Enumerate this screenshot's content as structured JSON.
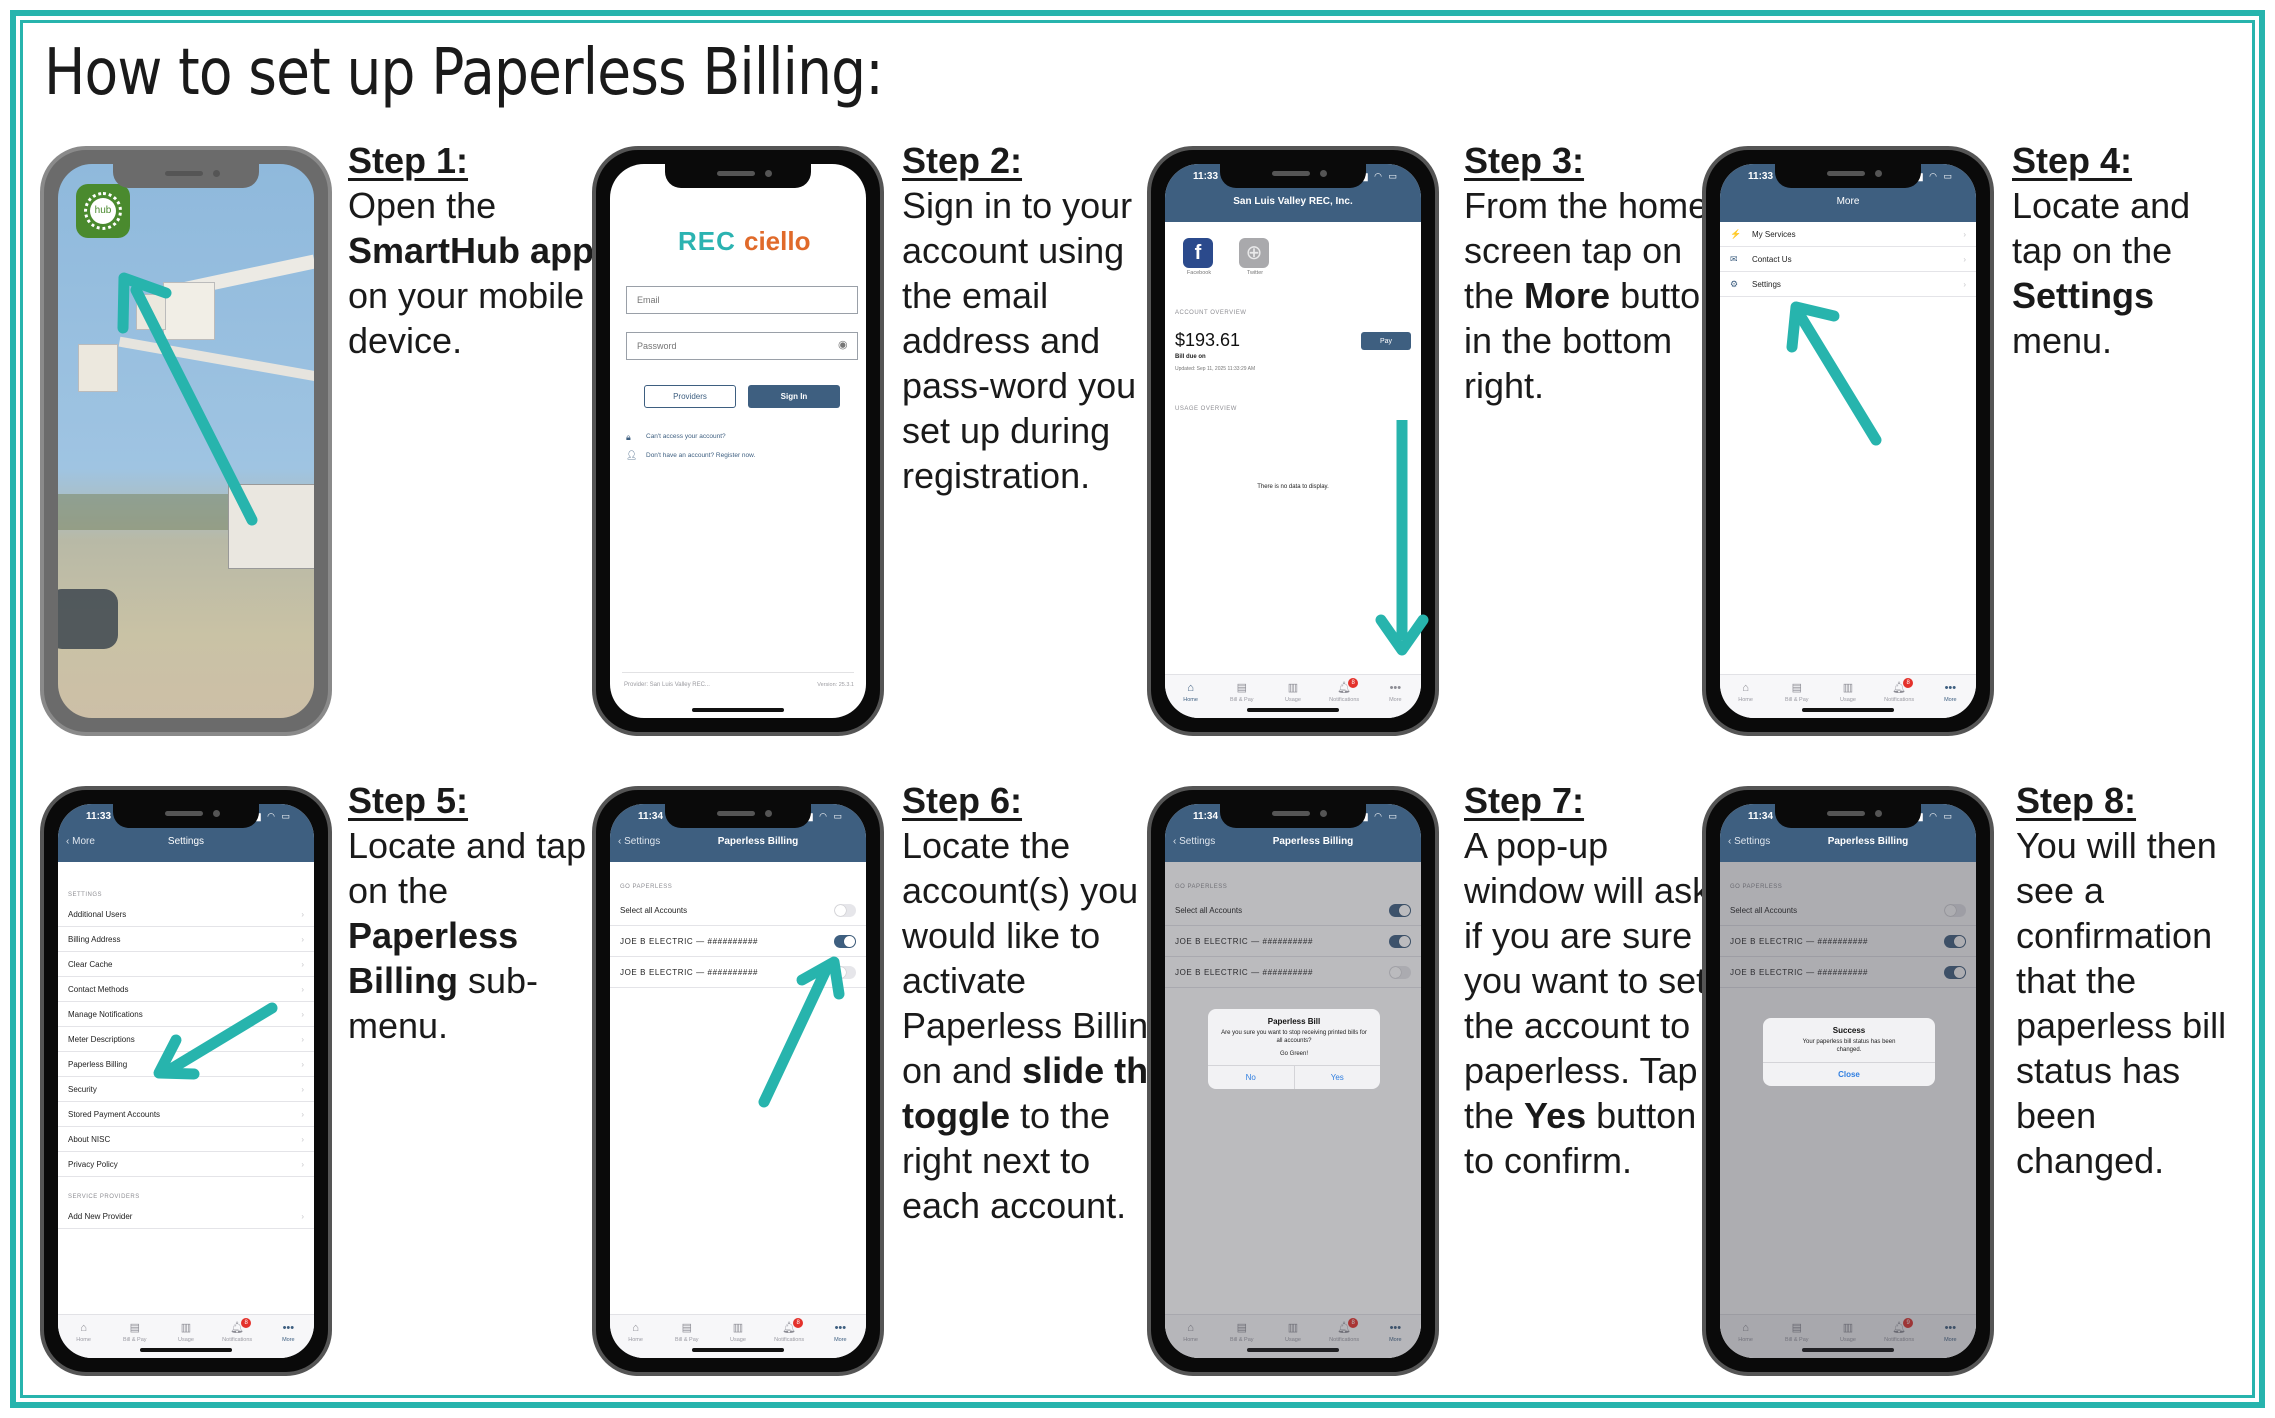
{
  "title": "How to set up Paperless Billing:",
  "colors": {
    "accent": "#27b4ad",
    "app_header": "#3e5f80",
    "badge": "#e4312b",
    "alert_link": "#2f7ee0",
    "smarthub_green": "#4a8a2e"
  },
  "steps": [
    {
      "label": "Step 1:",
      "parts": [
        {
          "t": "Open the "
        },
        {
          "t": "SmartHub",
          "b": true
        },
        {
          "t": " "
        },
        {
          "t": "app",
          "b": true
        },
        {
          "t": " on your mobile device."
        }
      ]
    },
    {
      "label": "Step 2:",
      "parts": [
        {
          "t": "Sign in to your account using the email address and pass-word you set up during registration."
        }
      ]
    },
    {
      "label": "Step 3:",
      "parts": [
        {
          "t": "From the home screen tap on the "
        },
        {
          "t": "More",
          "b": true
        },
        {
          "t": " button in the bottom right."
        }
      ]
    },
    {
      "label": "Step 4:",
      "parts": [
        {
          "t": "Locate and tap on the "
        },
        {
          "t": "Settings",
          "b": true
        },
        {
          "t": " menu."
        }
      ]
    },
    {
      "label": "Step 5:",
      "parts": [
        {
          "t": "Locate and tap on the "
        },
        {
          "t": "Paperless Billing",
          "b": true
        },
        {
          "t": " sub-menu."
        }
      ]
    },
    {
      "label": "Step 6:",
      "parts": [
        {
          "t": "Locate the account(s) you would like to activate Paperless Billing on and "
        },
        {
          "t": "slide the toggle",
          "b": true
        },
        {
          "t": " to the right next to each account."
        }
      ]
    },
    {
      "label": "Step 7:",
      "parts": [
        {
          "t": "A pop-up window will ask if you are sure you want to set the account to paperless. Tap the "
        },
        {
          "t": "Yes",
          "b": true
        },
        {
          "t": " button to confirm."
        }
      ]
    },
    {
      "label": "Step 8:",
      "parts": [
        {
          "t": "You will then see a confirmation that the paperless bill status has been changed."
        }
      ]
    }
  ],
  "tabbar": {
    "items": [
      {
        "label": "Home",
        "icon": "home-icon"
      },
      {
        "label": "Bill & Pay",
        "icon": "bill-icon"
      },
      {
        "label": "Usage",
        "icon": "usage-chart-icon"
      },
      {
        "label": "Notifications",
        "icon": "bell-icon"
      },
      {
        "label": "More",
        "icon": "more-dots-icon"
      }
    ]
  },
  "screen1": {
    "app_icon_label": "hub"
  },
  "screen2": {
    "logo_rec": "REC",
    "logo_ciello": "ciello",
    "email_placeholder": "Email",
    "password_placeholder": "Password",
    "providers_button": "Providers",
    "signin_button": "Sign In",
    "cant_access": "Can't access your account?",
    "register": "Don't have an account? Register now.",
    "footer_provider": "Provider: San Luis Valley REC...",
    "footer_version": "Version: 25.3.1"
  },
  "screen3": {
    "time": "11:33",
    "header": "San Luis Valley REC, Inc.",
    "social": [
      {
        "label": "Facebook"
      },
      {
        "label": "Twitter"
      }
    ],
    "account_overview_label": "ACCOUNT OVERVIEW",
    "amount": "$193.61",
    "pay_button": "Pay",
    "bill_due": "Bill due on",
    "updated": "Updated: Sep 11, 2025 11:33:29 AM",
    "usage_overview_label": "USAGE OVERVIEW",
    "no_data": "There is no data to display.",
    "badge": "8",
    "active_tab": "Home"
  },
  "screen4": {
    "time": "11:33",
    "header": "More",
    "items": [
      {
        "label": "My Services"
      },
      {
        "label": "Contact Us"
      },
      {
        "label": "Settings"
      }
    ],
    "badge": "8",
    "active_tab": "More"
  },
  "screen5": {
    "time": "11:33",
    "back": "More",
    "header": "Settings",
    "section_settings": "SETTINGS",
    "items": [
      "Additional Users",
      "Billing Address",
      "Clear Cache",
      "Contact Methods",
      "Manage Notifications",
      "Meter Descriptions",
      "Paperless Billing",
      "Security",
      "Stored Payment Accounts",
      "About NISC",
      "Privacy Policy"
    ],
    "section_providers": "SERVICE PROVIDERS",
    "provider_item": "Add New Provider",
    "badge": "8",
    "active_tab": "More"
  },
  "paperless": {
    "back": "Settings",
    "header": "Paperless Billing",
    "section": "GO PAPERLESS",
    "select_all": "Select all Accounts",
    "account": "JOE B ELECTRIC — ##########"
  },
  "screen6": {
    "time": "11:34",
    "toggles": [
      false,
      true,
      false
    ],
    "badge": "8",
    "active_tab": "More"
  },
  "screen7": {
    "time": "11:34",
    "toggles": [
      true,
      true,
      false
    ],
    "badge": "8",
    "alert_title": "Paperless Bill",
    "alert_msg": "Are you sure you want to stop receiving printed bills for all accounts?",
    "alert_extra": "Go Green!",
    "no": "No",
    "yes": "Yes"
  },
  "screen8": {
    "time": "11:34",
    "toggles": [
      false,
      true,
      true
    ],
    "badge": "9",
    "alert_title": "Success",
    "alert_msg": "Your paperless bill status has been changed.",
    "close": "Close"
  }
}
